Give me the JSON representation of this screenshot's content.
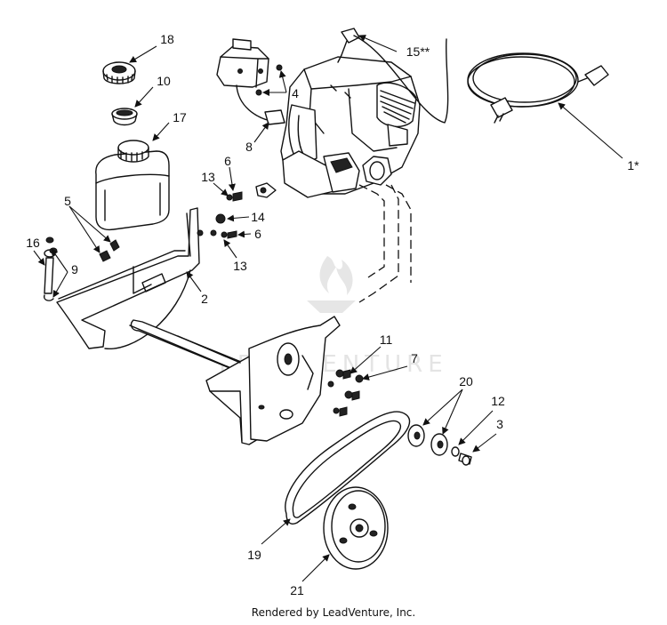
{
  "diagram": {
    "labels": {
      "p18": "18",
      "p10": "10",
      "p17": "17",
      "p15": "15**",
      "p4": "4",
      "p8": "8",
      "p1": "1*",
      "p6a": "6",
      "p13a": "13",
      "p14": "14",
      "p6b": "6",
      "p13b": "13",
      "p5": "5",
      "p16": "16",
      "p9": "9",
      "p2": "2",
      "p11": "11",
      "p7": "7",
      "p20": "20",
      "p12": "12",
      "p3": "3",
      "p19": "19",
      "p21": "21"
    },
    "watermark": "LEADVENTURE",
    "credit": "Rendered by LeadVenture, Inc."
  }
}
